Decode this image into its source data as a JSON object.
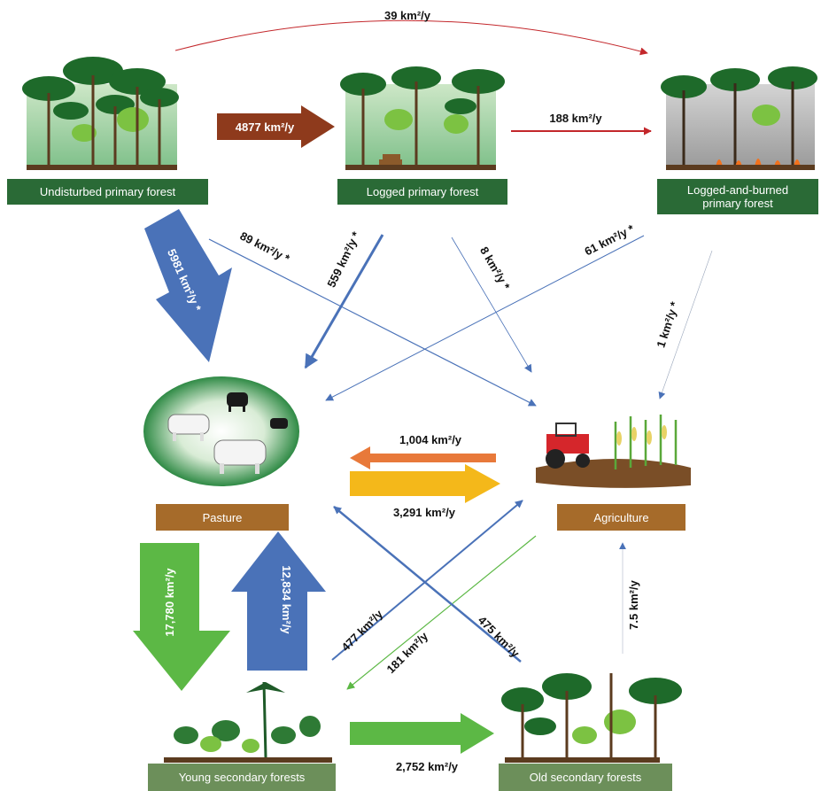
{
  "nodes": {
    "undisturbed": "Undisturbed primary forest",
    "logged": "Logged primary forest",
    "burned": "Logged-and-burned primary forest",
    "pasture": "Pasture",
    "agriculture": "Agriculture",
    "young": "Young secondary forests",
    "old": "Old secondary forests"
  },
  "flows": {
    "undisturbed_to_burned": "39 km²/y",
    "undisturbed_to_logged": "4877 km²/y",
    "logged_to_burned": "188 km²/y",
    "undisturbed_to_pasture": "5981 km²/y *",
    "undisturbed_to_agriculture": "89 km²/y *",
    "logged_to_pasture": "559 km²/y *",
    "logged_to_agriculture": "8 km²/y *",
    "burned_to_pasture": "61 km²/y *",
    "burned_to_agriculture": "1 km²/y *",
    "agriculture_to_pasture": "1,004 km²/y",
    "pasture_to_agriculture": "3,291 km²/y",
    "pasture_to_young": "17,780 km²/y",
    "young_to_pasture": "12,834 km²/y",
    "young_to_agriculture": "477 km²/y",
    "agriculture_to_young": "181 km²/y",
    "old_to_pasture": "475 km²/y",
    "old_to_agriculture": "7.5 km²/y",
    "young_to_old": "2,752 km²/y"
  },
  "colors": {
    "forest_label": "#2a6a36",
    "land_label": "#a66b2a",
    "secondary_label": "#6c8f5a",
    "blue_flow": "#4a72b8",
    "red_flow": "#c3272b",
    "brown_flow": "#8e3a1c",
    "orange_flow": "#e8793a",
    "yellow_flow": "#f4b81a",
    "green_flow": "#5cb845"
  }
}
